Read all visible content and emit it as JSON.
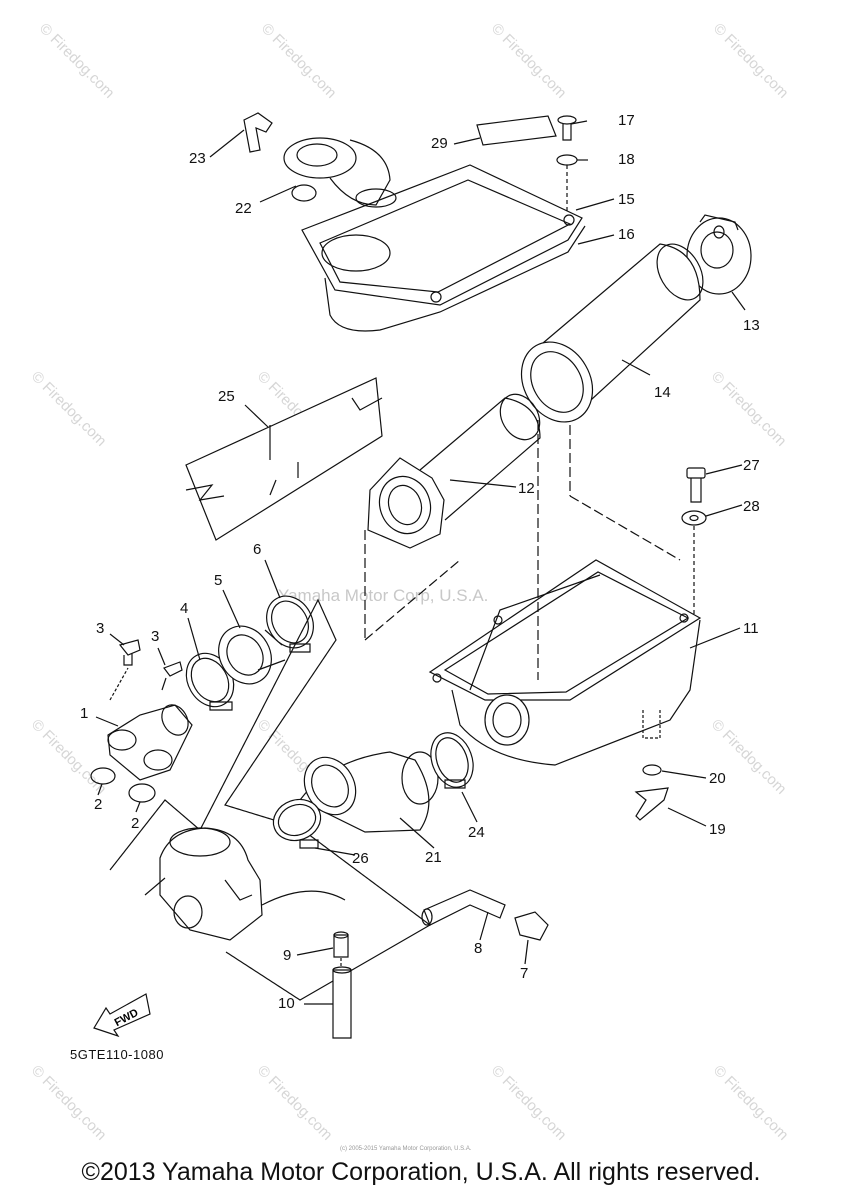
{
  "watermark_text": "© Firedog.com",
  "center_watermark": "Yamaha Motor Corp, U.S.A.",
  "diagram_code": "5GTE110-1080",
  "fwd_label": "FWD",
  "copyright": "©2013 Yamaha Motor Corporation, U.S.A. All rights reserved.",
  "fine_print": "(c) 2005-2015 Yamaha Motor Corporation, U.S.A.",
  "callouts": [
    "1",
    "2",
    "2",
    "3",
    "3",
    "4",
    "5",
    "6",
    "7",
    "8",
    "9",
    "10",
    "11",
    "12",
    "13",
    "14",
    "15",
    "16",
    "17",
    "18",
    "19",
    "20",
    "21",
    "22",
    "23",
    "24",
    "25",
    "26",
    "27",
    "28",
    "29"
  ]
}
